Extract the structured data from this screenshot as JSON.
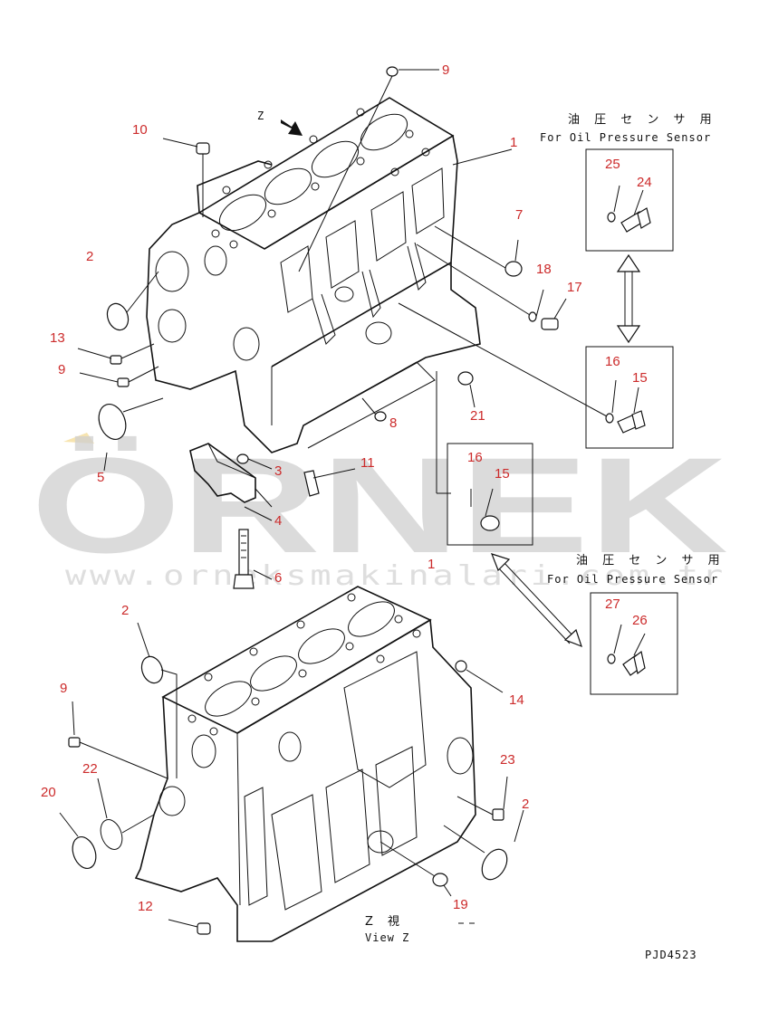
{
  "drawing_code": "PJD4523",
  "view_label_jp": "Z 視",
  "view_label_en": "View Z",
  "direction_letter": "Z",
  "sensor_boxes": [
    {
      "title_jp": "油 圧 セ ン サ 用",
      "title_en": "For Oil Pressure Sensor"
    },
    {
      "title_jp": "油 圧 セ ン サ 用",
      "title_en": "For Oil Pressure Sensor"
    }
  ],
  "watermark": {
    "brand": "ÖRNEK",
    "url": "www.orneksmakinalari.com.tr"
  },
  "accent_color": "#cc2b2b",
  "callouts": [
    "9",
    "10",
    "1",
    "2",
    "7",
    "18",
    "17",
    "13",
    "9",
    "25",
    "24",
    "16",
    "15",
    "21",
    "8",
    "5",
    "3",
    "11",
    "16",
    "15",
    "4",
    "6",
    "1",
    "2",
    "27",
    "26",
    "9",
    "14",
    "22",
    "20",
    "23",
    "2",
    "12",
    "19"
  ]
}
